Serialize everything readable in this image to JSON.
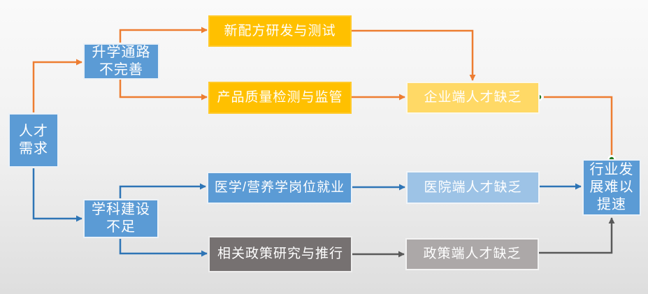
{
  "colors": {
    "background_top": "#fafafa",
    "background_bottom": "#dedede",
    "blue_box": "#5b9bd5",
    "light_blue_box": "#9dc3e6",
    "gold_box": "#ffc000",
    "light_gold_box": "#ffd966",
    "dark_gray_box": "#767171",
    "light_gray_box": "#aca8a8",
    "orange_connector": "#ed7d31",
    "blue_connector": "#2e75b6",
    "gray_connector": "#595959",
    "green_endpoint": "#217a21",
    "box_text": "#ffffff"
  },
  "nodes": {
    "rencai": {
      "lines": [
        "人才",
        "需求"
      ]
    },
    "shengxue": {
      "lines": [
        "升学通路",
        "不完善"
      ]
    },
    "xueke": {
      "lines": [
        "学科建设",
        "不足"
      ]
    },
    "xinpeifang": {
      "label": "新配方研发与测试"
    },
    "chanpin": {
      "label": "产品质量检测与监管"
    },
    "qiye": {
      "label": "企业端人才缺乏"
    },
    "yixue": {
      "label": "医学/营养学岗位就业"
    },
    "yiyuan": {
      "label": "医院端人才缺乏"
    },
    "xiangguan": {
      "label": "相关政策研究与推行"
    },
    "zhengce": {
      "label": "政策端人才缺乏"
    },
    "hangye": {
      "lines": [
        "行业发",
        "展难以",
        "提速"
      ]
    }
  }
}
